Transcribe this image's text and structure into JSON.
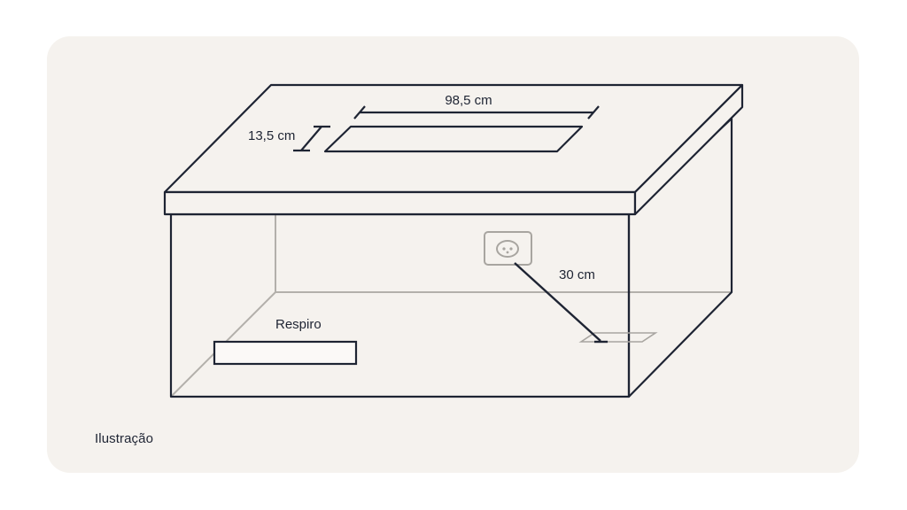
{
  "labels": {
    "width_top": "98,5 cm",
    "depth_top": "13,5 cm",
    "outlet_distance": "30 cm",
    "vent": "Respiro"
  },
  "caption": "Ilustração",
  "colors": {
    "background": "#f5f2ee",
    "stroke": "#1e2433",
    "hidden_stroke": "#b3b0ab",
    "vent_fill": "#fbf9f7"
  },
  "icons": {
    "outlet": "power-outlet-icon"
  }
}
